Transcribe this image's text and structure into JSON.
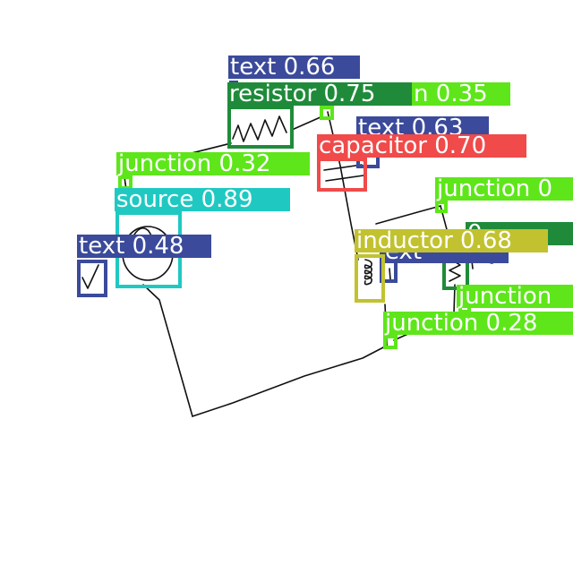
{
  "colors": {
    "text": "#3b4a9a",
    "resistor": "#1f8b3a",
    "capacitor": "#f04a4a",
    "junction": "#5ee61a",
    "source": "#1fc9c2",
    "inductor": "#c2c230",
    "ink": "#111111",
    "label_text": "#ffffff"
  },
  "detections": [
    {
      "id": "text-066",
      "cls": "text",
      "label": "text 0.66"
    },
    {
      "id": "resistor-075",
      "cls": "resistor",
      "label": "resistor 0.75"
    },
    {
      "id": "junction-035",
      "cls": "junction",
      "label": "n 0.35"
    },
    {
      "id": "text-063",
      "cls": "text",
      "label": "text 0.63"
    },
    {
      "id": "capacitor-070",
      "cls": "capacitor",
      "label": "capacitor 0.70"
    },
    {
      "id": "junction-032",
      "cls": "junction",
      "label": "junction 0.32"
    },
    {
      "id": "source-089",
      "cls": "source",
      "label": "source 0.89"
    },
    {
      "id": "text-048",
      "cls": "text",
      "label": "text 0.48"
    },
    {
      "id": "junction-right-top",
      "cls": "junction",
      "label": "junction 0"
    },
    {
      "id": "resistor-right",
      "cls": "resistor",
      "label": "0"
    },
    {
      "id": "text-right",
      "cls": "text",
      "label": "ext"
    },
    {
      "id": "inductor-068",
      "cls": "inductor",
      "label": "inductor 0.68"
    },
    {
      "id": "junction-right-mid",
      "cls": "junction",
      "label": "junction"
    },
    {
      "id": "junction-028",
      "cls": "junction",
      "label": "junction 0.28"
    }
  ]
}
